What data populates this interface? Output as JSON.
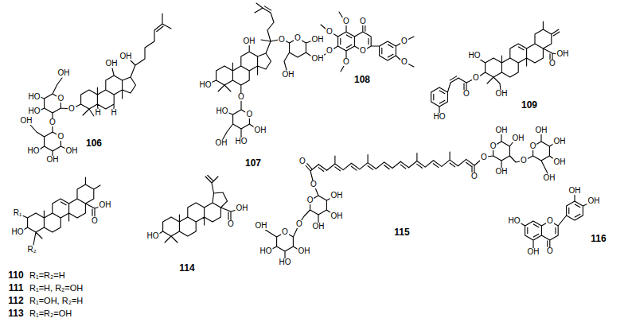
{
  "diagram": {
    "labels": [
      "106",
      "OH",
      "OH",
      "O",
      "O",
      "OH",
      "HO",
      "HO",
      "O",
      "O",
      "OH",
      "HO",
      "OH",
      "OH",
      "H",
      "H",
      "107",
      "OH",
      "HO",
      "O",
      "O",
      "HO",
      "OH",
      "HO",
      "OH",
      "O",
      "O",
      "OH",
      "OH",
      "OH",
      "108",
      "O",
      "O",
      "O",
      "O",
      "O",
      "O",
      "O",
      "O",
      "109",
      "HO",
      "O",
      "O",
      "HO",
      "OH",
      "O",
      "OH",
      "R₁",
      "HO",
      "R₂",
      "O",
      "OH",
      "110",
      "R₁=R₂=H",
      "111",
      "R₁=H, R₂=OH",
      "112",
      "R₁=OH, R₂=H",
      "113",
      "R₁=R₂=OH",
      "114",
      "HO",
      "O",
      "OH",
      "115",
      "O",
      "O",
      "O",
      "OH",
      "OH",
      "OH",
      "O",
      "O",
      "OH",
      "HO",
      "HO",
      "OH",
      "O",
      "O",
      "O",
      "OH",
      "OH",
      "OH",
      "O",
      "O",
      "OH",
      "OH",
      "OH",
      "OH",
      "116",
      "O",
      "O",
      "HO",
      "OH",
      "OH",
      "OH"
    ]
  }
}
